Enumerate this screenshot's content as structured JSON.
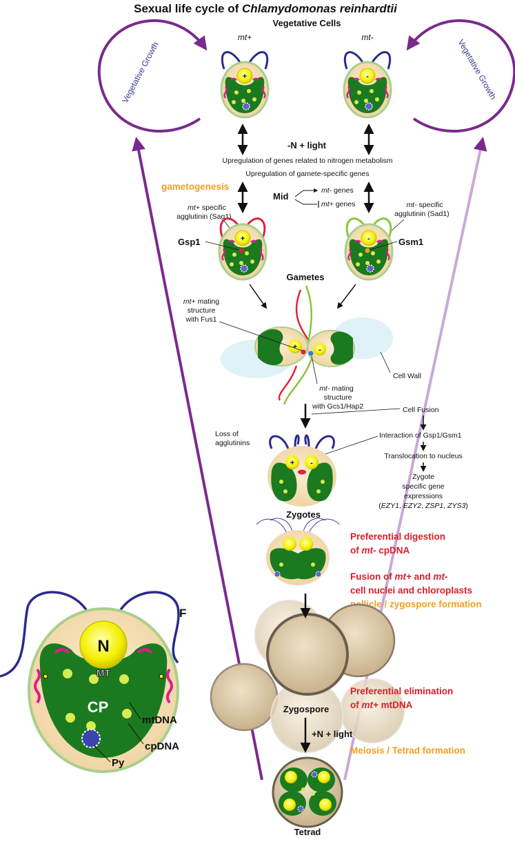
{
  "title": {
    "prefix": "Sexual life cycle of ",
    "species": "Chlamydomonas reinhardtii"
  },
  "vegetative_cells": "Vegetative Cells",
  "mt_plus": "mt+",
  "mt_minus": "mt-",
  "plus_sign": "+",
  "minus_sign": "-",
  "vegetative_growth": "Vegetative Growth",
  "nitrogen_light": "-N + light",
  "upreg_nitrogen": "Upregulation of genes related to nitrogen metabolism",
  "upreg_gamete": "Upregulation of gamete-specific genes",
  "gametogenesis": "gametogenesis",
  "mid": {
    "label": "Mid",
    "minus_genes": {
      "it": "mt-",
      "rest": " genes"
    },
    "plus_genes": {
      "it": "mt+",
      "rest": " genes"
    }
  },
  "sag1": {
    "line1_it": "mt+",
    "line1_rest": " specific",
    "line2": "agglutinin (Sag1)"
  },
  "sad1": {
    "line1_it": "mt-",
    "line1_rest": " specific",
    "line2": "agglutinin (Sad1)"
  },
  "gsp1": "Gsp1",
  "gsm1": "Gsm1",
  "gametes": "Gametes",
  "fus1": {
    "line1_it": "mt+",
    "line1_rest": " mating",
    "line2": "structure",
    "line3": "with Fus1"
  },
  "gcs1": {
    "line1_it": "mt-",
    "line1_rest": " mating",
    "line2": "structure",
    "line3": "with Gcs1/Hap2"
  },
  "cell_wall": "Cell Wall",
  "cell_fusion": "Cell Fusion",
  "loss_agglutinins": {
    "line1": "Loss of",
    "line2": "agglutinins"
  },
  "interaction": "Interaction of Gsp1/Gsm1",
  "translocation": "Translocation to nucleus",
  "zygote_expr": {
    "line1": "Zygote",
    "line2": "specific gene",
    "line3": "expressions",
    "open": "(",
    "g1": "EZY1",
    "sep1": ", ",
    "g2": "EZY2",
    "sep2": ", ",
    "g3": "ZSP1",
    "sep3": ", ",
    "g4": "ZYS3",
    "close": ")"
  },
  "zygotes": "Zygotes",
  "pref_digestion": {
    "line1": "Preferential digestion",
    "line2_pre": "of ",
    "line2_it": "mt-",
    "line2_post": " cpDNA"
  },
  "fusion_nuclei": {
    "l1_pre": "Fusion of ",
    "l1_it1": "mt+",
    "l1_mid": " and ",
    "l1_it2": "mt-",
    "line2": "cell nuclei and chloroplasts"
  },
  "pellicle": "pellicle / zygospore formation",
  "pref_elimination": {
    "line1": "Preferential elimination",
    "line2_pre": "of ",
    "line2_it": "mt+",
    "line2_post": " mtDNA"
  },
  "zygospore": "Zygospore",
  "nitrogen_plus_light": "+N + light",
  "meiosis": "Meiosis / Tetrad formation",
  "tetrad": "Tetrad",
  "legend": {
    "N": "N",
    "MT": "MT",
    "CP": "CP",
    "F": "F",
    "mtDNA": "mtDNA",
    "cpDNA": "cpDNA",
    "Py": "Py"
  },
  "colors": {
    "nucleus": "#f4f000",
    "chloroplast": "#1b7a1f",
    "cytoplasm": "#f6ddb0",
    "flagella_vegetative": "#2b2a8c",
    "flagella_plus_gamete": "#e0233a",
    "flagella_minus_gamete": "#8cc43c",
    "cycle_arrow": "#7a2a8c",
    "red_text": "#d91e2a",
    "orange_text": "#f0a020",
    "mtdna": "#d9208a"
  }
}
